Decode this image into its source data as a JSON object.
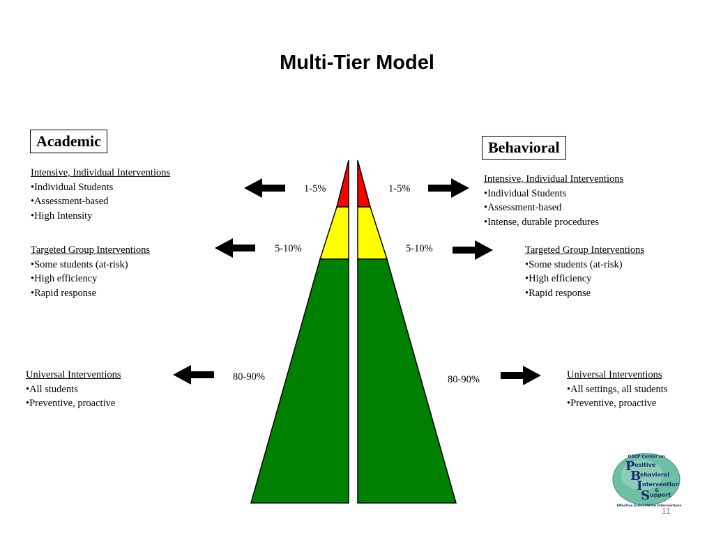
{
  "title": "Multi-Tier Model",
  "academic": {
    "label": "Academic",
    "tiers": [
      {
        "heading": "Intensive, Individual Interventions",
        "items": [
          "•Individual Students",
          "•Assessment-based",
          "•High Intensity"
        ],
        "percent": "1-5%"
      },
      {
        "heading": "Targeted Group Interventions",
        "items": [
          "•Some students (at-risk)",
          "•High efficiency",
          "•Rapid response"
        ],
        "percent": "5-10%"
      },
      {
        "heading": "Universal Interventions",
        "items": [
          "•All students",
          "•Preventive,  proactive"
        ],
        "percent": "80-90%"
      }
    ]
  },
  "behavioral": {
    "label": "Behavioral",
    "tiers": [
      {
        "heading": "Intensive, Individual Interventions",
        "items": [
          "•Individual Students",
          "•Assessment-based",
          "•Intense, durable procedures"
        ],
        "percent": "1-5%"
      },
      {
        "heading": "Targeted Group Interventions",
        "items": [
          "•Some students (at-risk)",
          "•High efficiency",
          "•Rapid response"
        ],
        "percent": "5-10%"
      },
      {
        "heading": "Universal Interventions",
        "items": [
          "•All settings, all students",
          "•Preventive,  proactive"
        ],
        "percent": "80-90%"
      }
    ]
  },
  "colors": {
    "tier1": "#ff0000",
    "tier2": "#ffff00",
    "tier3": "#008000"
  },
  "logo": {
    "line1": "OSEP Center on",
    "letters": [
      "P",
      "B",
      "I",
      "S"
    ],
    "words": [
      "ositive",
      "ehavioral",
      "ntervention",
      "upport"
    ],
    "amp": "&",
    "tagline": "Effective School-Wide Interventions"
  },
  "page_number": "11"
}
